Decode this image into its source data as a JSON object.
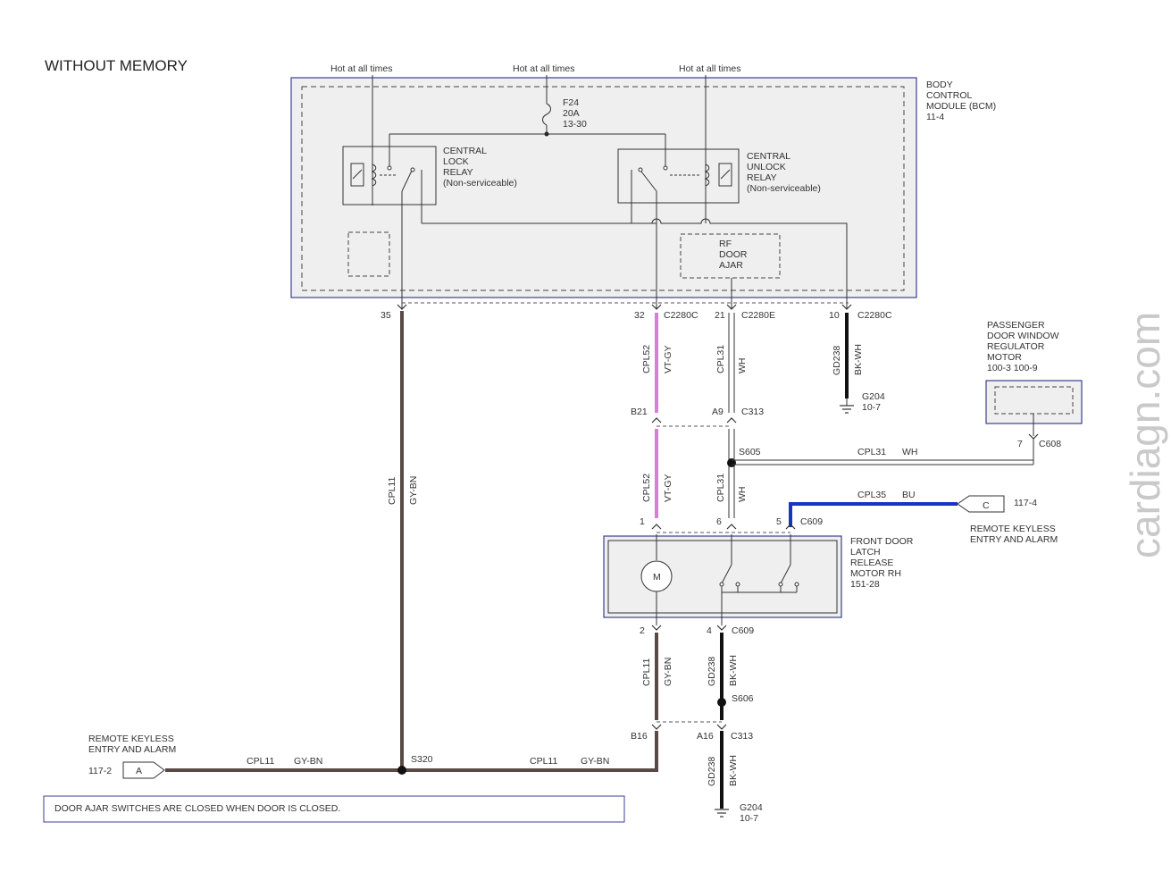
{
  "title": "WITHOUT MEMORY",
  "watermark": "cardiagn.com",
  "power_labels": [
    "Hot at all times",
    "Hot at all times",
    "Hot at all times"
  ],
  "fuse": {
    "name": "F24",
    "rating": "20A",
    "ref": "13-30"
  },
  "bcm": {
    "line1": "BODY",
    "line2": "CONTROL",
    "line3": "MODULE (BCM)",
    "ref": "11-4"
  },
  "lock_relay": {
    "line1": "CENTRAL",
    "line2": "LOCK",
    "line3": "RELAY",
    "line4": "(Non-serviceable)"
  },
  "unlock_relay": {
    "line1": "CENTRAL",
    "line2": "UNLOCK",
    "line3": "RELAY",
    "line4": "(Non-serviceable)"
  },
  "rf_door_ajar": {
    "line1": "RF",
    "line2": "DOOR",
    "line3": "AJAR"
  },
  "pins": {
    "p35": "35",
    "p32": "32",
    "c2280c_a": "C2280C",
    "p21": "21",
    "c2280e": "C2280E",
    "p10": "10",
    "c2280c_b": "C2280C",
    "b21": "B21",
    "a9": "A9",
    "c313_a": "C313",
    "s605": "S605",
    "p7": "7",
    "c608": "C608",
    "p1": "1",
    "p6": "6",
    "p5": "5",
    "c609_a": "C609",
    "p2": "2",
    "p4": "4",
    "c609_b": "C609",
    "s606": "S606",
    "b16": "B16",
    "a16": "A16",
    "c313_b": "C313",
    "s320": "S320",
    "ref_117_2": "117-2",
    "ref_117_4": "117-4"
  },
  "wires": {
    "cpl52": "CPL52",
    "vt_gy": "VT-GY",
    "cpl31": "CPL31",
    "wh": "WH",
    "gd238": "GD238",
    "bk_wh": "BK-WH",
    "cpl11": "CPL11",
    "gy_bn": "GY-BN",
    "cpl35": "CPL35",
    "bu": "BU"
  },
  "grounds": {
    "g204": "G204",
    "g204_ref": "10-7"
  },
  "window_motor": {
    "line1": "PASSENGER",
    "line2": "DOOR WINDOW",
    "line3": "REGULATOR",
    "line4": "MOTOR",
    "ref": "100-3   100-9"
  },
  "keyless_c": {
    "letter": "C",
    "line1": "REMOTE KEYLESS",
    "line2": "ENTRY AND ALARM"
  },
  "keyless_a": {
    "letter": "A",
    "line1": "REMOTE KEYLESS",
    "line2": "ENTRY AND ALARM"
  },
  "latch_motor": {
    "line1": "FRONT DOOR",
    "line2": "LATCH",
    "line3": "RELEASE",
    "line4": "MOTOR RH",
    "ref": "151-28",
    "motor": "M"
  },
  "note": "DOOR AJAR SWITCHES ARE CLOSED WHEN DOOR IS CLOSED.",
  "colors": {
    "gy_bn": "#5a4a45",
    "vt_gy": "#d77fd6",
    "bu": "#1734c4",
    "bk": "#111111",
    "frame": "#3b3f8f"
  }
}
